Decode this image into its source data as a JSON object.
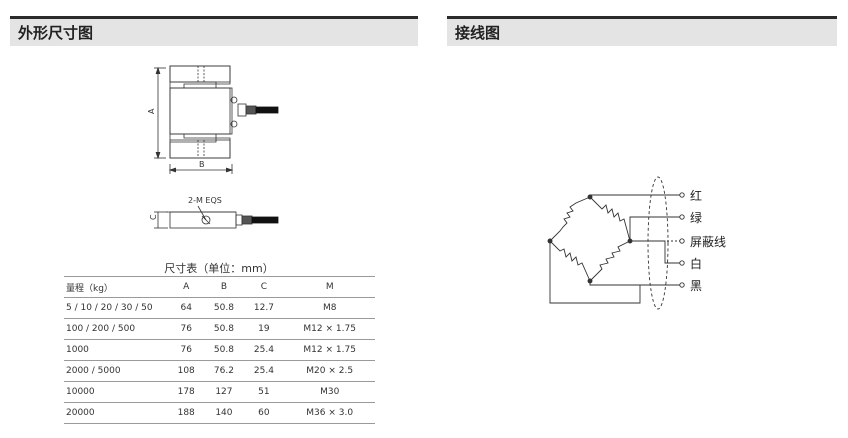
{
  "sections": {
    "left_title": "外形尺寸图",
    "right_title": "接线图"
  },
  "dimension_drawing": {
    "label_a": "A",
    "label_b": "B",
    "label_c": "C",
    "thread_label": "2-M EQS"
  },
  "table": {
    "caption": "尺寸表（单位：mm）",
    "headers": [
      "量程（kg）",
      "A",
      "B",
      "C",
      "M"
    ],
    "rows": [
      [
        "5 / 10 / 20 / 30 / 50",
        "64",
        "50.8",
        "12.7",
        "M8"
      ],
      [
        "100 / 200 / 500",
        "76",
        "50.8",
        "19",
        "M12 × 1.75"
      ],
      [
        "1000",
        "76",
        "50.8",
        "25.4",
        "M12 × 1.75"
      ],
      [
        "2000 / 5000",
        "108",
        "76.2",
        "25.4",
        "M20 × 2.5"
      ],
      [
        "10000",
        "178",
        "127",
        "51",
        "M30"
      ],
      [
        "20000",
        "188",
        "140",
        "60",
        "M36 × 3.0"
      ]
    ]
  },
  "wiring": {
    "labels": [
      "红",
      "绿",
      "屏蔽线",
      "白",
      "黑"
    ]
  }
}
